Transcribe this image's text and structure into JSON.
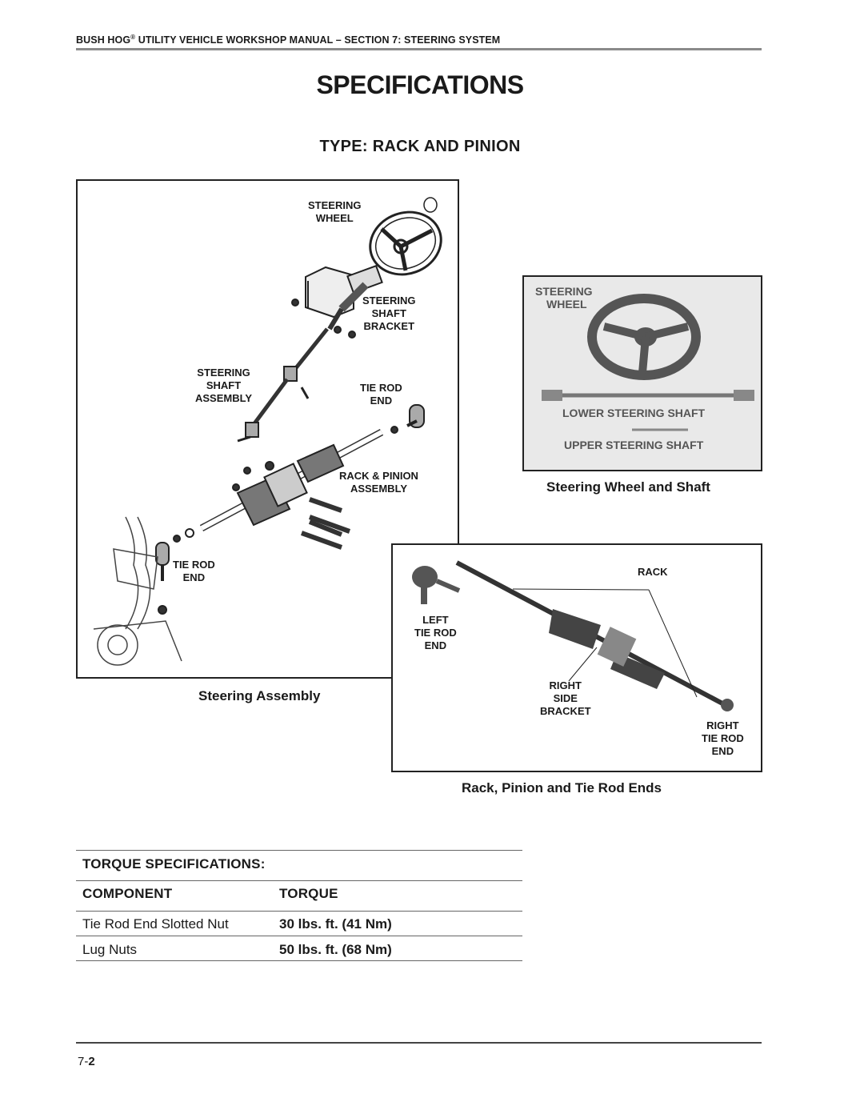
{
  "header": {
    "brand": "BUSH HOG",
    "registered": "®",
    "rest": " UTILITY VEHICLE WORKSHOP MANUAL – SECTION 7: STEERING SYSTEM"
  },
  "page_title": "SPECIFICATIONS",
  "subtitle": "TYPE: RACK AND PINION",
  "figure_assembly": {
    "labels": {
      "steering_wheel": [
        "STEERING",
        "WHEEL"
      ],
      "steering_shaft_bracket": [
        "STEERING",
        "SHAFT",
        "BRACKET"
      ],
      "steering_shaft_assembly": [
        "STEERING",
        "SHAFT",
        "ASSEMBLY"
      ],
      "tie_rod_end_right": [
        "TIE ROD",
        "END"
      ],
      "rack_pinion_assembly": [
        "RACK & PINION",
        "ASSEMBLY"
      ],
      "tie_rod_end_left": [
        "TIE ROD",
        "END"
      ]
    },
    "caption": "Steering Assembly"
  },
  "figure_wheel": {
    "labels": {
      "steering_wheel": [
        "STEERING",
        "WHEEL"
      ],
      "lower_shaft": "LOWER STEERING SHAFT",
      "upper_shaft": "UPPER STEERING SHAFT"
    },
    "caption": "Steering Wheel and Shaft"
  },
  "figure_rack": {
    "labels": {
      "rack": "RACK",
      "left_tie_rod_end": [
        "LEFT",
        "TIE ROD",
        "END"
      ],
      "right_side_bracket": [
        "RIGHT",
        "SIDE",
        "BRACKET"
      ],
      "right_tie_rod_end": [
        "RIGHT",
        "TIE ROD",
        "END"
      ]
    },
    "caption": "Rack, Pinion and Tie Rod Ends"
  },
  "torque_table": {
    "heading": "TORQUE SPECIFICATIONS:",
    "columns": [
      "COMPONENT",
      "TORQUE"
    ],
    "rows": [
      [
        "Tie Rod End Slotted Nut",
        "30 lbs. ft. (41 Nm)"
      ],
      [
        "Lug Nuts",
        "50 lbs. ft. (68 Nm)"
      ]
    ]
  },
  "footer": {
    "section": "7-",
    "page": "2"
  }
}
